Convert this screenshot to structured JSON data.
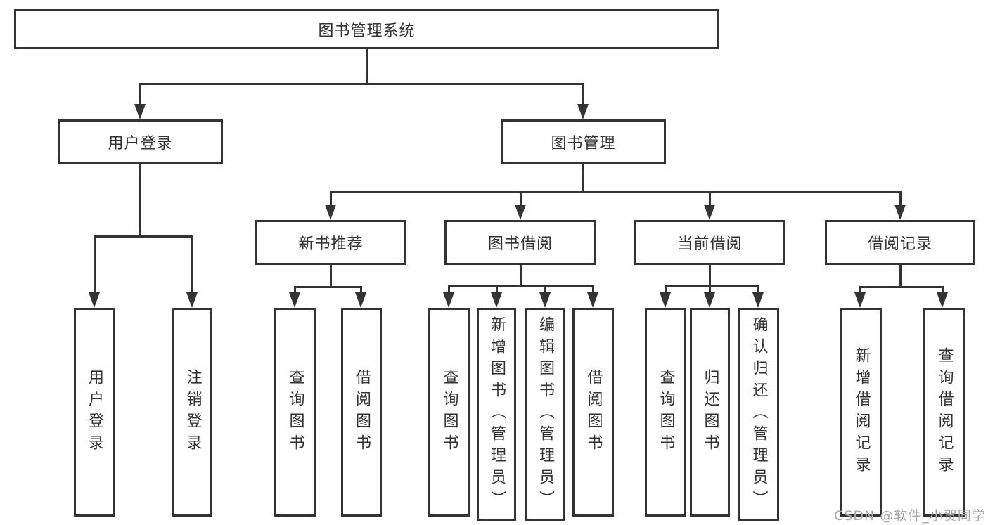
{
  "colors": {
    "line": "#333333",
    "background": "#ffffff",
    "watermark_text": "#a8a8a8"
  },
  "watermark": {
    "text": "CSDN @软件_小贺同学"
  },
  "tree": {
    "label": "图书管理系统",
    "children": [
      {
        "label": "用户登录",
        "children": [
          {
            "label": "用户登录"
          },
          {
            "label": "注销登录"
          }
        ]
      },
      {
        "label": "图书管理",
        "children": [
          {
            "label": "新书推荐",
            "children": [
              {
                "label": "查询图书"
              },
              {
                "label": "借阅图书"
              }
            ]
          },
          {
            "label": "图书借阅",
            "children": [
              {
                "label": "查询图书"
              },
              {
                "label": "新增图书（管理员）"
              },
              {
                "label": "编辑图书（管理员）"
              },
              {
                "label": "借阅图书"
              }
            ]
          },
          {
            "label": "当前借阅",
            "children": [
              {
                "label": "查询图书"
              },
              {
                "label": "归还图书"
              },
              {
                "label": "确认归还（管理员）"
              }
            ]
          },
          {
            "label": "借阅记录",
            "children": [
              {
                "label": "新增借阅记录"
              },
              {
                "label": "查询借阅记录"
              }
            ]
          }
        ]
      }
    ]
  }
}
